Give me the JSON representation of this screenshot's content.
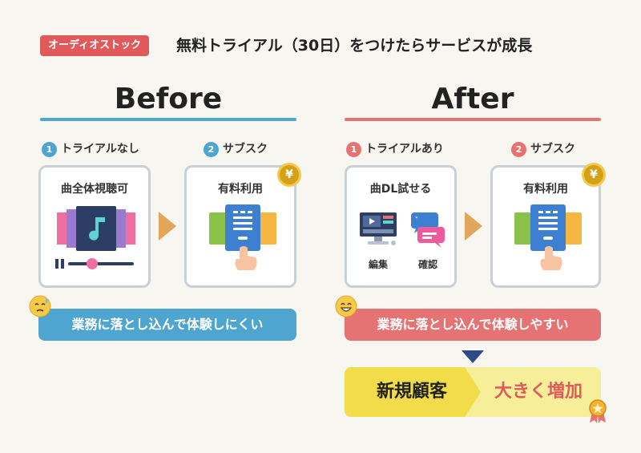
{
  "header": {
    "tag": "オーディオストック",
    "headline": "無料トライアル（30日）をつけたらサービスが成長"
  },
  "before": {
    "title": "Before",
    "step1": {
      "num": "1",
      "label": "トライアルなし"
    },
    "step2": {
      "num": "2",
      "label": "サブスク"
    },
    "card1_title": "曲全体視聴可",
    "card2_title": "有料利用",
    "banner": "業務に落とし込んで体験しにくい"
  },
  "after": {
    "title": "After",
    "step1": {
      "num": "1",
      "label": "トライアルあり"
    },
    "step2": {
      "num": "2",
      "label": "サブスク"
    },
    "card1_title": "曲DL試せる",
    "edit_label": "編集",
    "confirm_label": "確認",
    "card2_title": "有料利用",
    "banner": "業務に落とし込んで体験しやすい",
    "result_left": "新規顧客",
    "result_right": "大きく増加"
  },
  "icons": {
    "yen": "¥",
    "sad_face": "sweat-face-icon",
    "happy_face": "grin-face-icon",
    "medal": "medal-icon"
  },
  "colors": {
    "before_accent": "#4ea5cf",
    "after_accent": "#e57373",
    "tag": "#e05a5c",
    "result_yellow": "#f2dc4a",
    "result_light": "#f7ee9a",
    "arrow": "#e2a55a"
  }
}
